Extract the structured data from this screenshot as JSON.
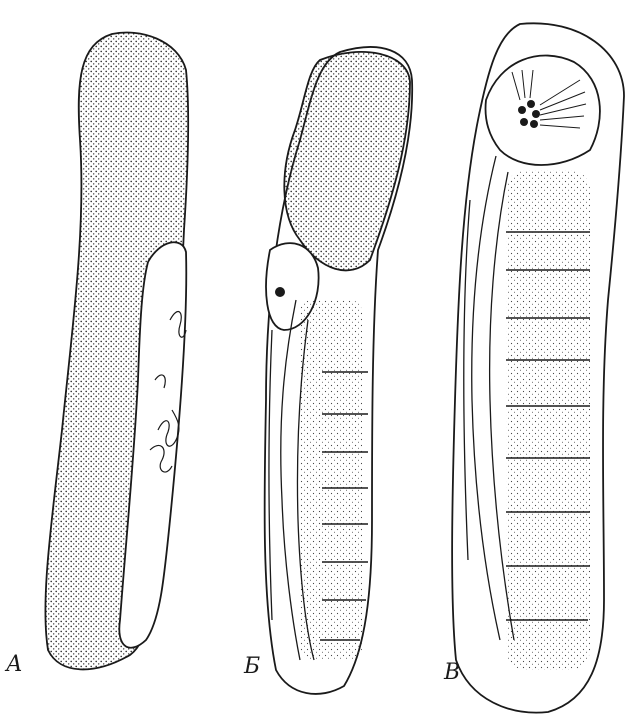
{
  "panels": [
    {
      "id": "a",
      "label": "А"
    },
    {
      "id": "b",
      "label": "Б"
    },
    {
      "id": "c",
      "label": "В"
    }
  ],
  "colors": {
    "ink": "#1a1a1a",
    "paper": "#ffffff"
  }
}
